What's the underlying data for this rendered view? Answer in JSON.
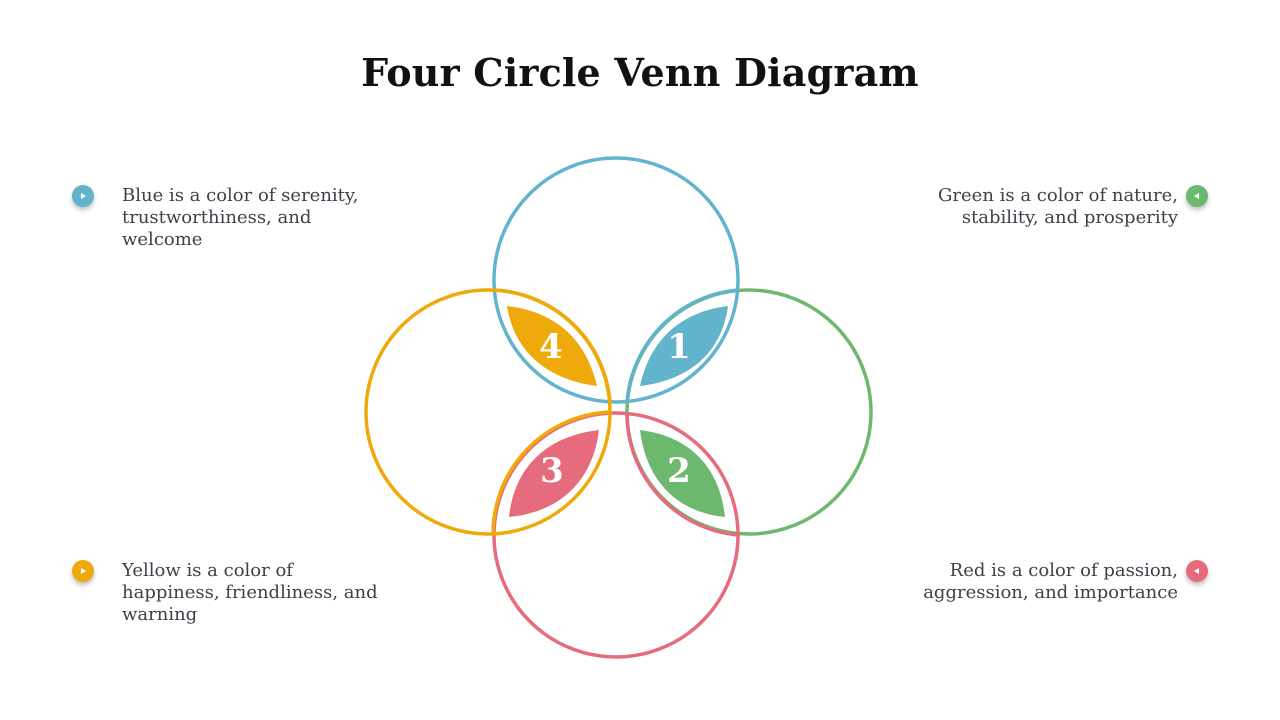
{
  "title": "Four Circle Venn Diagram",
  "colors": {
    "blue": "#62b4cd",
    "green": "#6cb86e",
    "red": "#e56b7d",
    "yellow": "#eeaa0a"
  },
  "callouts": {
    "blue": {
      "text": "Blue is a color of serenity, trustworthiness, and welcome",
      "icon": "play-right-icon"
    },
    "green": {
      "text": "Green is a color of nature, stability, and prosperity",
      "icon": "play-left-icon"
    },
    "yellow": {
      "text": "Yellow is a color of happiness, friendliness, and warning",
      "icon": "play-right-icon"
    },
    "red": {
      "text": "Red is a color of passion, aggression, and importance",
      "icon": "play-left-icon"
    }
  },
  "petals": {
    "one": "1",
    "two": "2",
    "three": "3",
    "four": "4"
  }
}
